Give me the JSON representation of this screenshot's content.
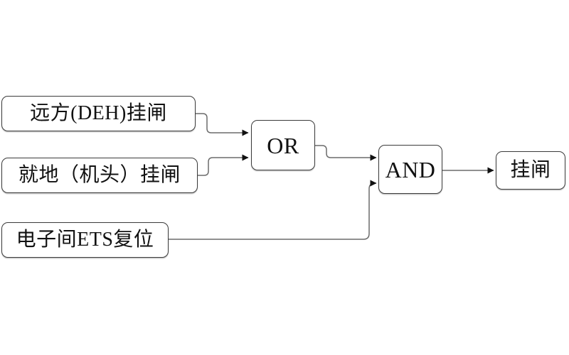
{
  "diagram": {
    "title": "latch-logic-diagram",
    "nodes": {
      "remote": {
        "label": "远方(DEH)挂闸"
      },
      "local": {
        "label": "就地（机头）挂闸"
      },
      "ets_reset": {
        "label": "电子间ETS复位"
      },
      "or_gate": {
        "label": "OR"
      },
      "and_gate": {
        "label": "AND"
      },
      "output": {
        "label": "挂闸"
      }
    },
    "edges": [
      {
        "from": "remote",
        "to": "or_gate"
      },
      {
        "from": "local",
        "to": "or_gate"
      },
      {
        "from": "or_gate",
        "to": "and_gate"
      },
      {
        "from": "ets_reset",
        "to": "and_gate"
      },
      {
        "from": "and_gate",
        "to": "output"
      }
    ],
    "colors": {
      "background": "#ffffff",
      "node_border": "#3b3b3b",
      "connector": "#6b6b6b",
      "arrowhead": "#111111",
      "text": "#111111"
    }
  }
}
